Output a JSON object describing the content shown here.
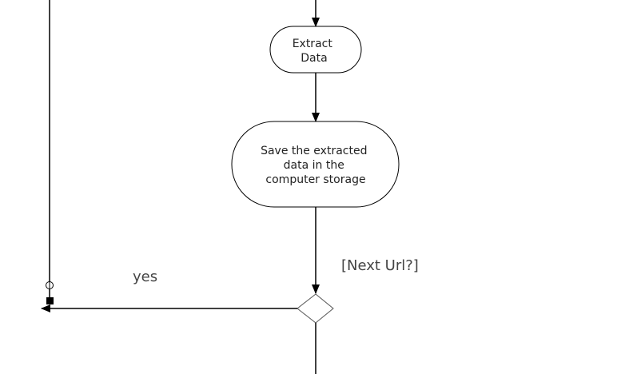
{
  "nodes": {
    "extract_data": {
      "lines": [
        "Extract",
        "Data"
      ]
    },
    "save_data": {
      "lines": [
        "Save the extracted",
        "data in the",
        "computer storage"
      ]
    }
  },
  "decision": {
    "condition_label": "[Next Url?]",
    "yes_label": "yes"
  }
}
